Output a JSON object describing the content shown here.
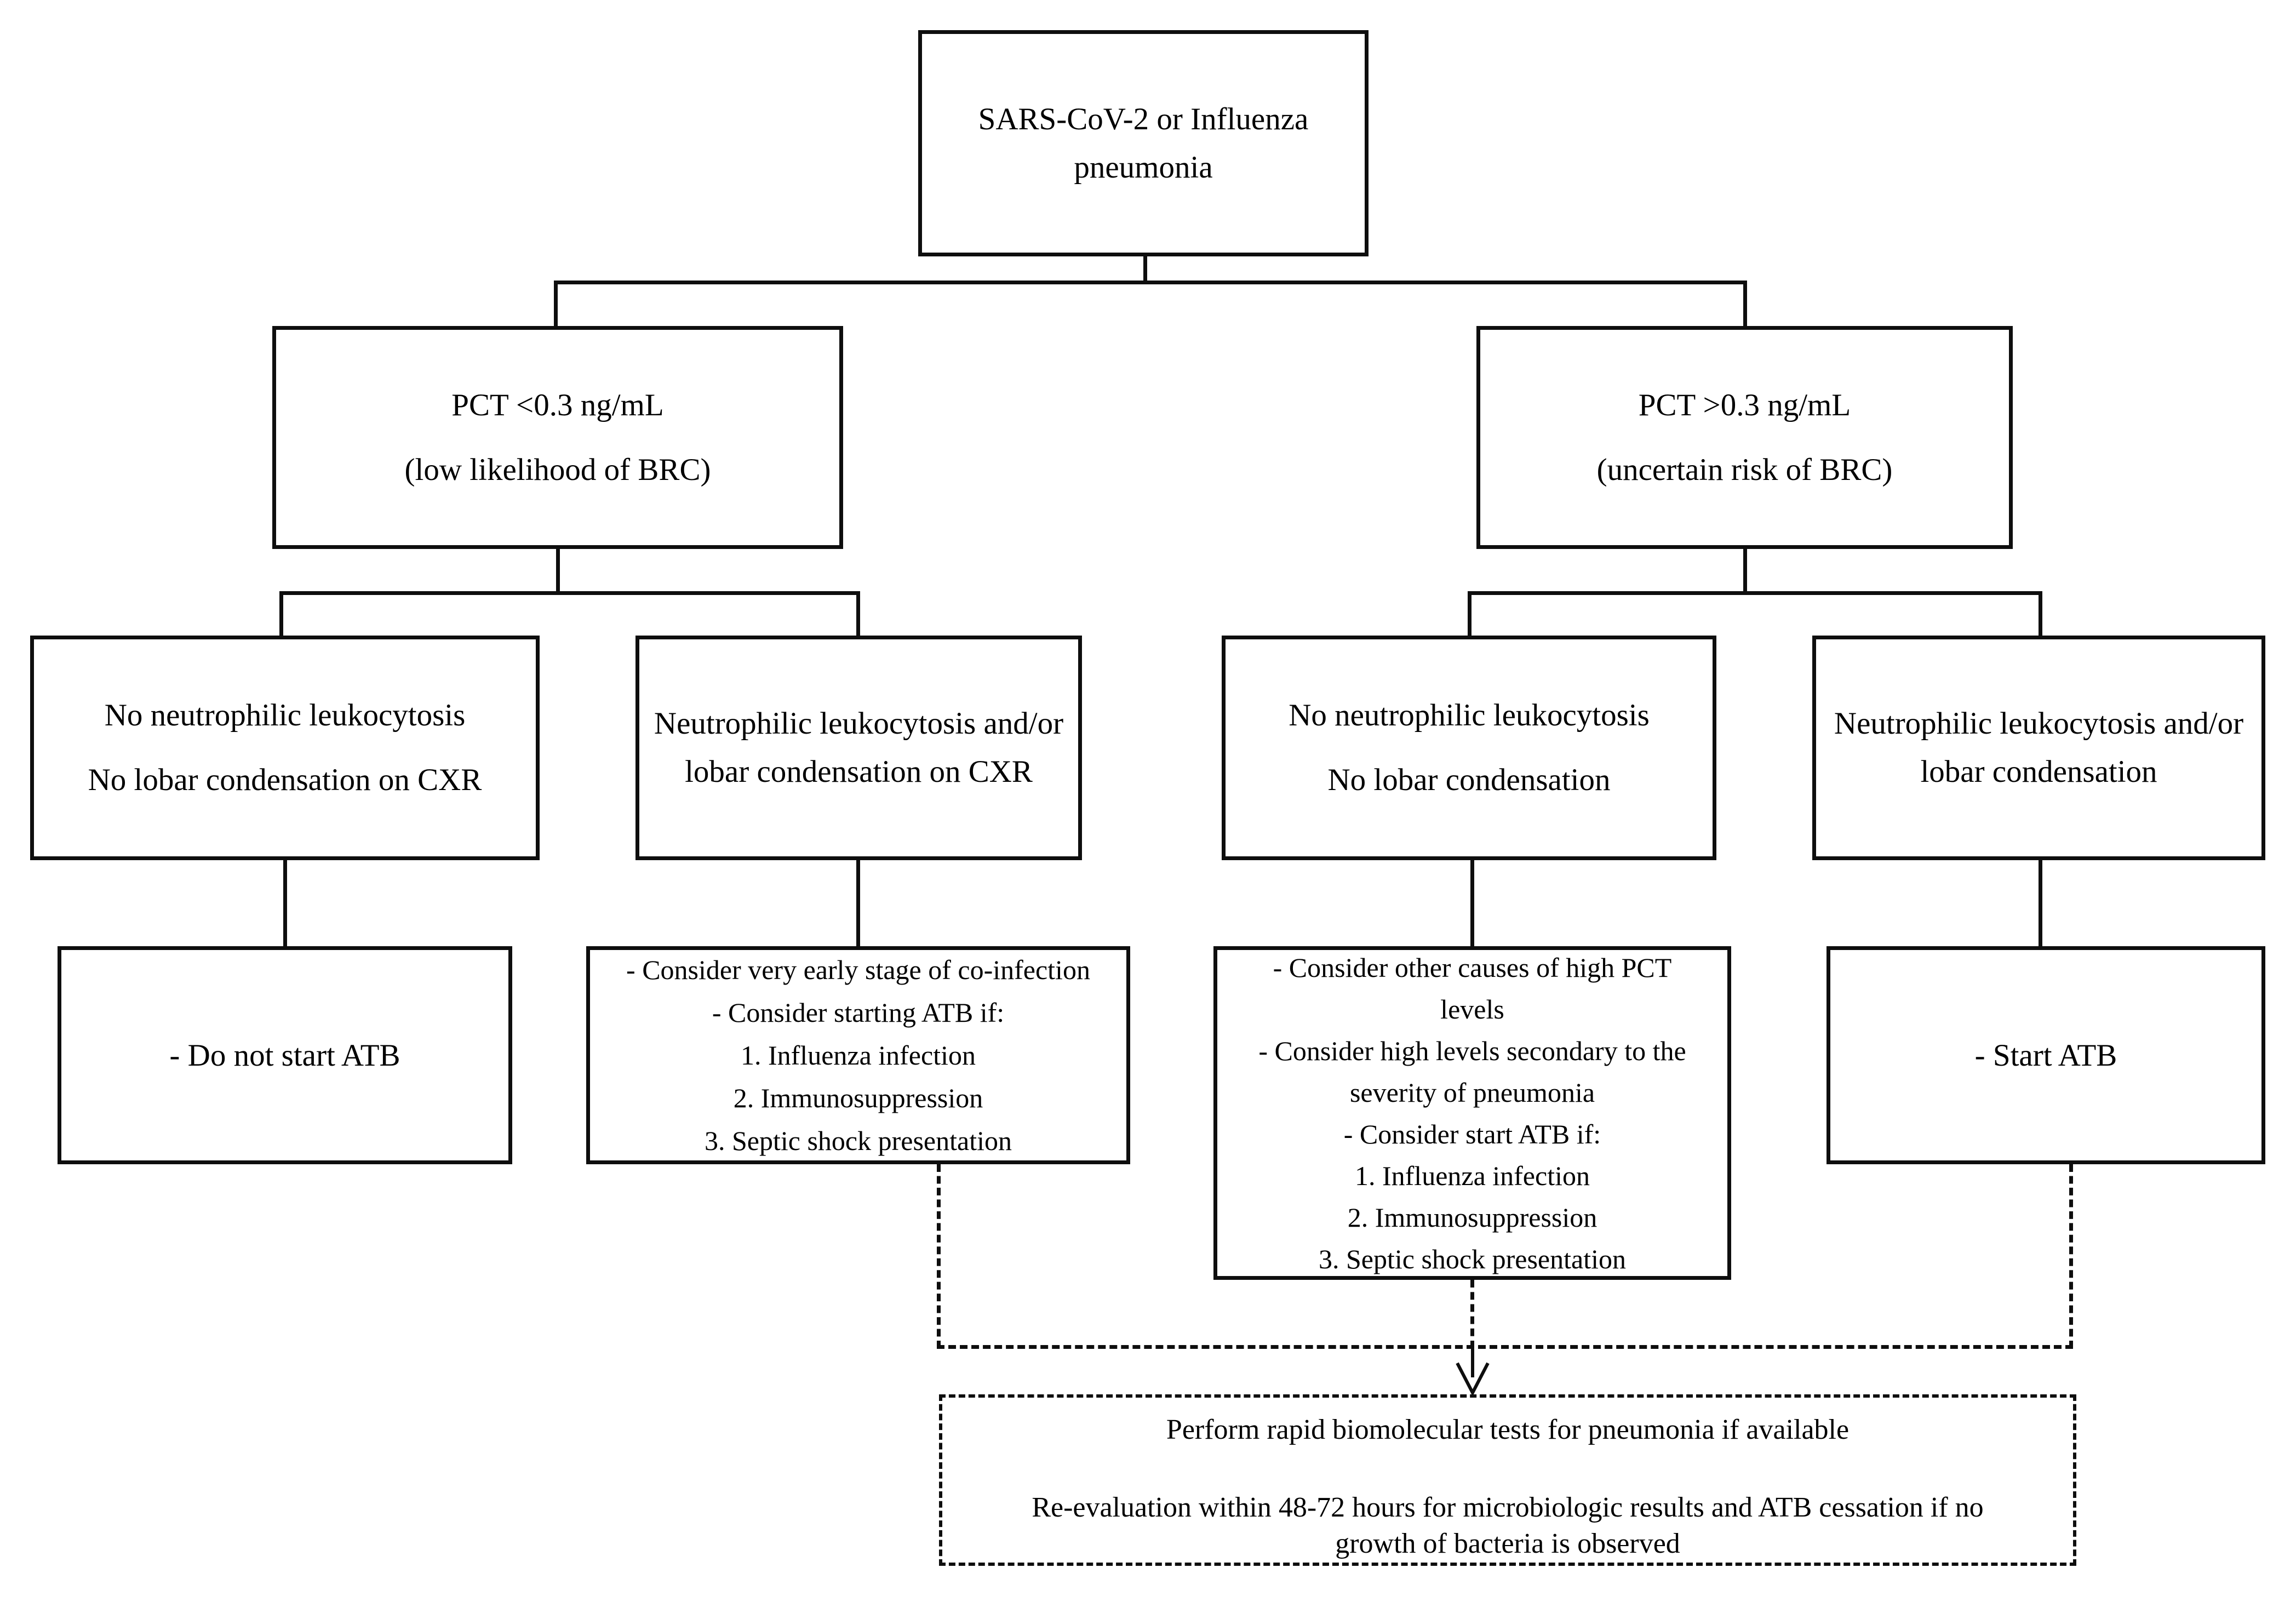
{
  "colors": {
    "line": "#0e0e0e",
    "text": "#000000",
    "background": "#ffffff"
  },
  "nodes": {
    "root": {
      "lines": [
        "SARS-CoV-2 or Influenza",
        "pneumonia"
      ]
    },
    "pct_low": {
      "lines": [
        "PCT <0.3 ng/mL",
        "(low likelihood of BRC)"
      ]
    },
    "pct_high": {
      "lines": [
        "PCT >0.3 ng/mL",
        "(uncertain risk of BRC)"
      ]
    },
    "no_leuko_cxr": {
      "lines": [
        "No neutrophilic leukocytosis",
        "No lobar condensation on CXR"
      ]
    },
    "leuko_cxr": {
      "lines": [
        "Neutrophilic leukocytosis and/or",
        "lobar condensation on CXR"
      ]
    },
    "no_leuko": {
      "lines": [
        "No neutrophilic leukocytosis",
        "No lobar condensation"
      ]
    },
    "leuko": {
      "lines": [
        "Neutrophilic leukocytosis and/or",
        "lobar condensation"
      ]
    },
    "no_atb": {
      "lines": [
        "- Do not start ATB"
      ]
    },
    "consider_atb": {
      "lines": [
        "- Consider very early stage of co-infection",
        "- Consider starting ATB if:",
        "1. Influenza infection",
        "2. Immunosuppression",
        "3. Septic shock presentation"
      ]
    },
    "high_pct": {
      "lines": [
        "- Consider other causes of high PCT",
        "levels",
        "- Consider high levels secondary to the",
        "severity of pneumonia",
        "- Consider start ATB if:",
        "1. Influenza infection",
        "2. Immunosuppression",
        "3. Septic shock presentation"
      ]
    },
    "start_atb": {
      "lines": [
        "- Start ATB"
      ]
    },
    "followup": {
      "paragraph1": "Perform rapid biomolecular tests for pneumonia if available",
      "paragraph2_lines": [
        "Re-evaluation within 48-72 hours for microbiologic results and ATB cessation if no",
        "growth of bacteria is observed"
      ]
    }
  }
}
